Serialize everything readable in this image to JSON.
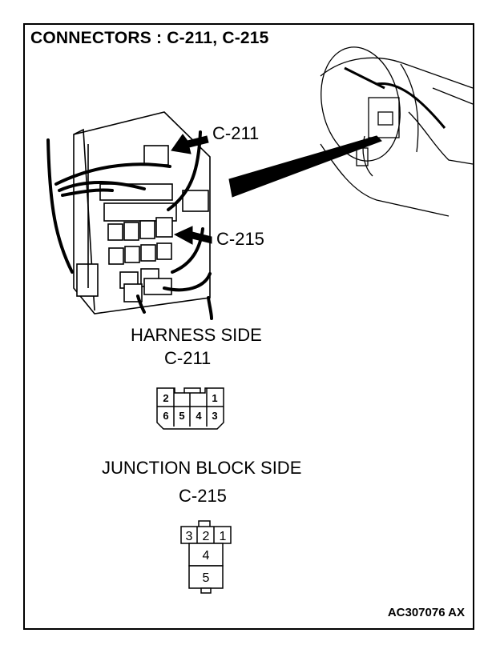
{
  "title": "CONNECTORS : C-211, C-215",
  "callouts": {
    "c211": "C-211",
    "c215": "C-215"
  },
  "harness": {
    "heading": "HARNESS SIDE",
    "connector": "C-211",
    "pins": [
      "2",
      "1",
      "6",
      "5",
      "4",
      "3"
    ]
  },
  "junction": {
    "heading": "JUNCTION BLOCK SIDE",
    "connector": "C-215",
    "pins": [
      "3",
      "2",
      "1",
      "4",
      "5"
    ]
  },
  "figure_code": "AC307076 AX"
}
